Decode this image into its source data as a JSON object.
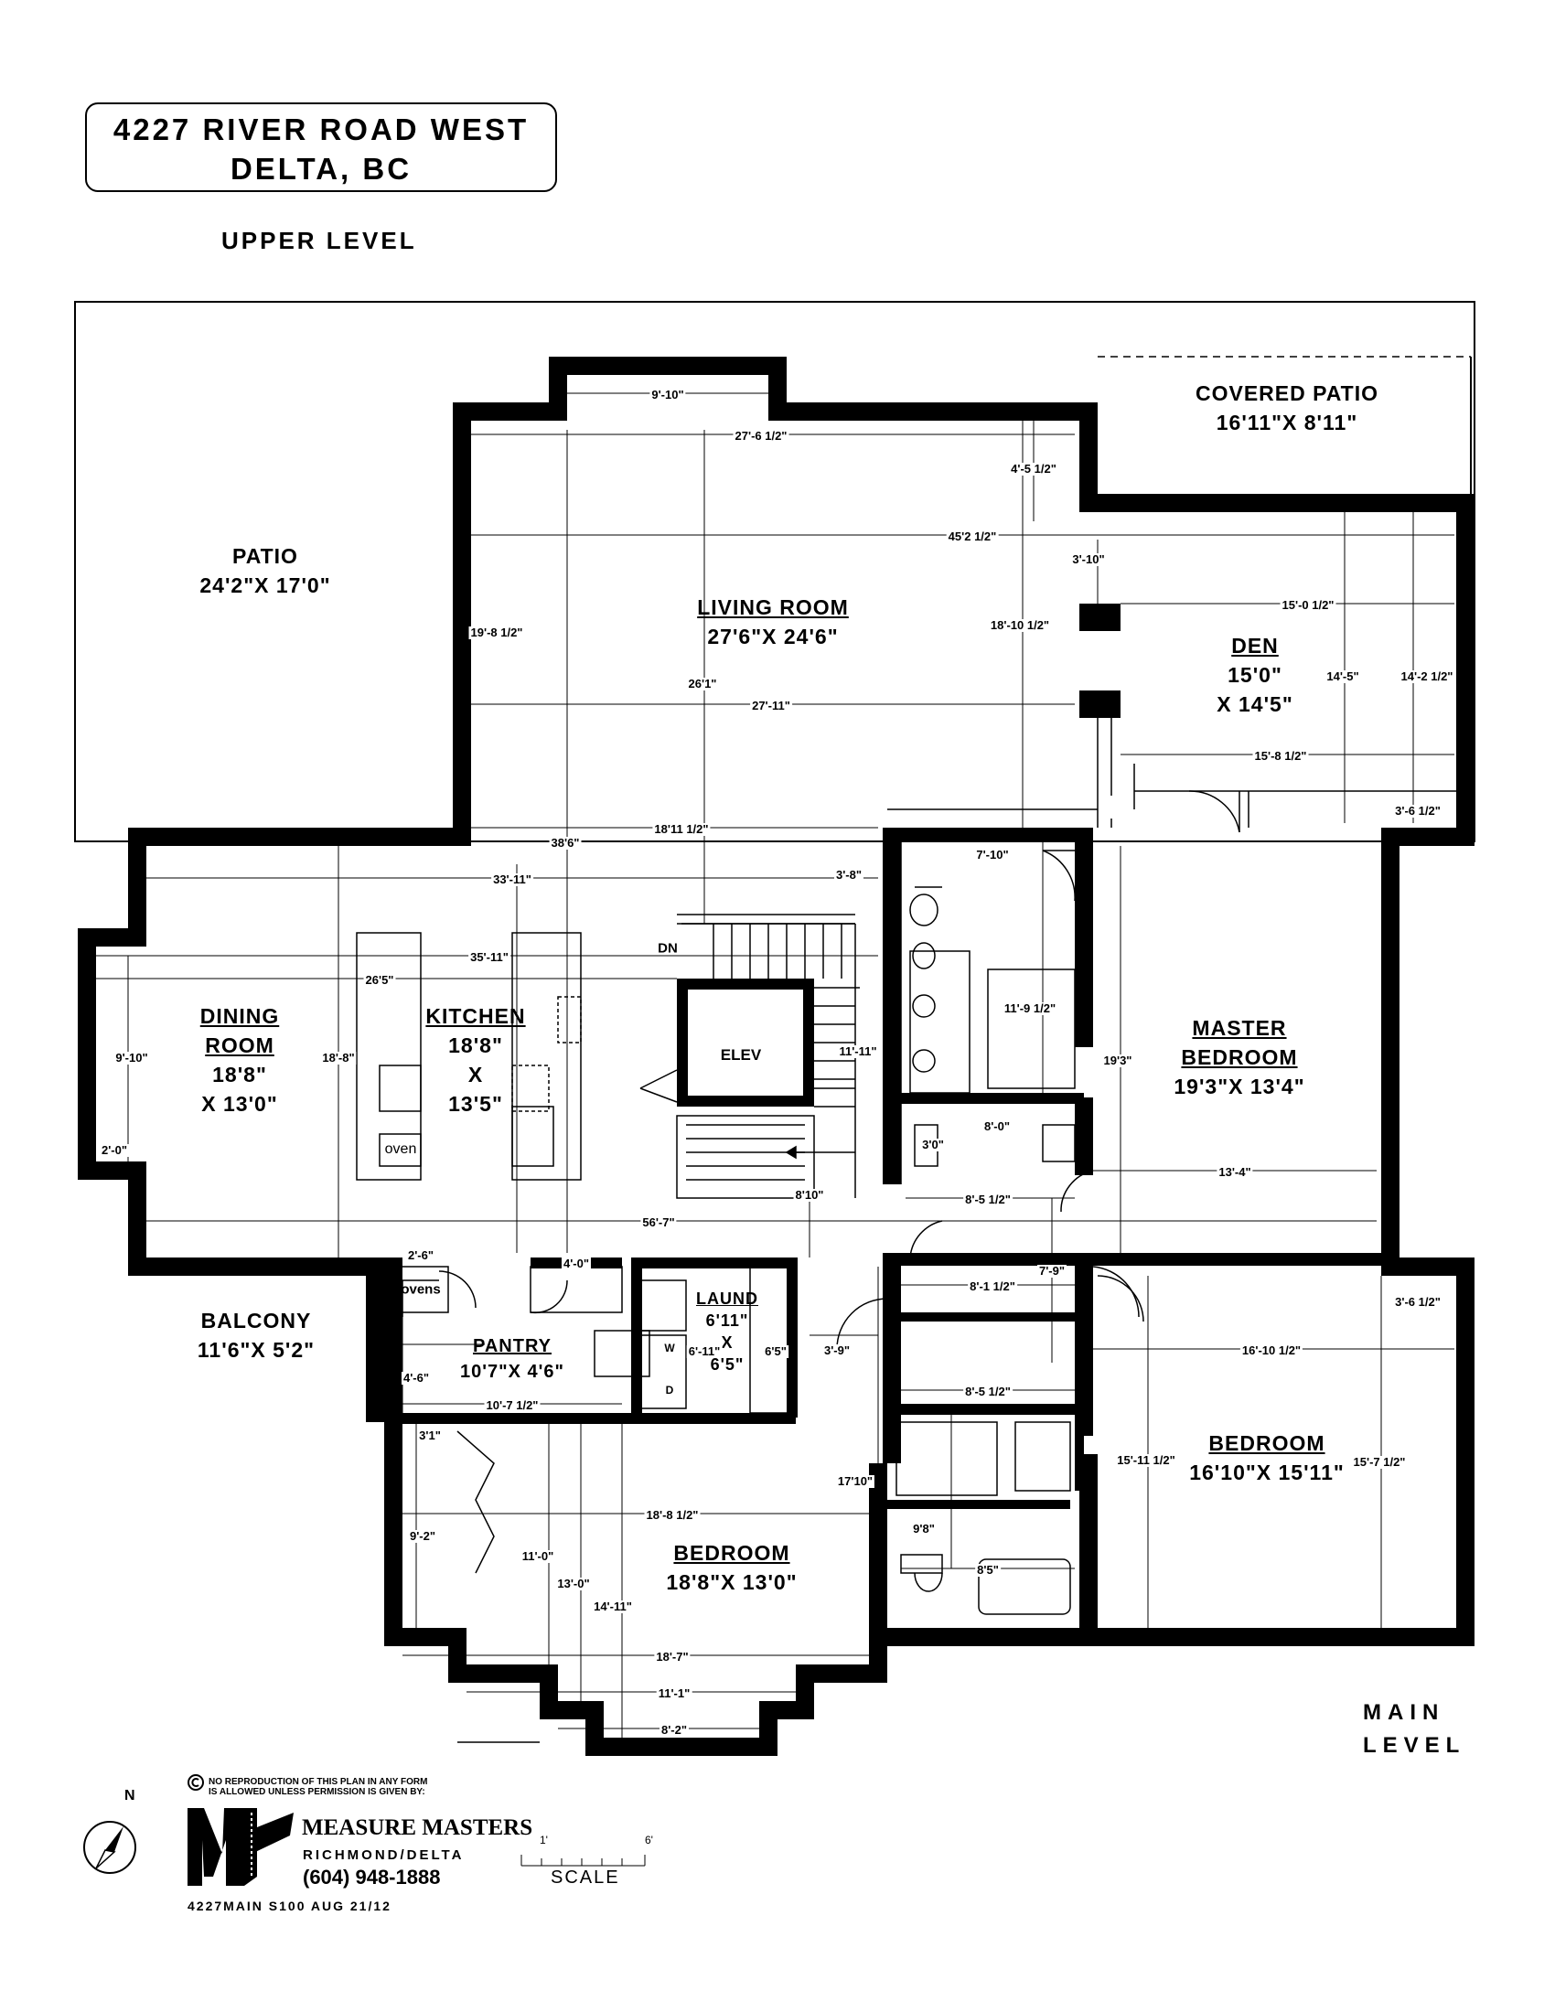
{
  "header": {
    "address_line1": "4227 RIVER ROAD WEST",
    "address_line2": "DELTA, BC",
    "upper_level": "UPPER LEVEL",
    "main_level_line1": "MAIN",
    "main_level_line2": "LEVEL"
  },
  "rooms": {
    "patio": {
      "name": "PATIO",
      "size": "24'2\"X 17'0\""
    },
    "covered_patio": {
      "name": "COVERED PATIO",
      "size": "16'11\"X 8'11\""
    },
    "living": {
      "name": "LIVING ROOM",
      "size": "27'6\"X 24'6\""
    },
    "den": {
      "name": "DEN",
      "size1": "15'0\"",
      "size2": "X 14'5\""
    },
    "dining": {
      "name1": "DINING",
      "name2": "ROOM",
      "size1": "18'8\"",
      "size2": "X 13'0\""
    },
    "kitchen": {
      "name": "KITCHEN",
      "size1": "18'8\"",
      "size2": "X",
      "size3": "13'5\""
    },
    "master": {
      "name1": "MASTER",
      "name2": "BEDROOM",
      "size": "19'3\"X 13'4\""
    },
    "balcony": {
      "name": "BALCONY",
      "size": "11'6\"X 5'2\""
    },
    "pantry": {
      "name": "PANTRY",
      "size": "10'7\"X 4'6\""
    },
    "laund": {
      "name": "LAUND",
      "size1": "6'11\"",
      "size2": "X",
      "size3": "6'5\""
    },
    "bedroom2": {
      "name": "BEDROOM",
      "size": "16'10\"X 15'11\""
    },
    "bedroom3": {
      "name": "BEDROOM",
      "size": "18'8\"X 13'0\""
    }
  },
  "labels": {
    "elev": "ELEV",
    "dn": "DN",
    "oven": "oven",
    "ovens": "ovens",
    "washer": "W",
    "dryer": "D"
  },
  "dimensions": {
    "d1": "9'-10\"",
    "d2": "27'-6 1/2\"",
    "d3": "4'-5 1/2\"",
    "d4": "45'2 1/2\"",
    "d5": "3'-10\"",
    "d6": "15'-0 1/2\"",
    "d7": "19'-8 1/2\"",
    "d8": "18'-10 1/2\"",
    "d9": "14'-5\"",
    "d10": "14'-2 1/2\"",
    "d11": "26'1\"",
    "d12": "27'-11\"",
    "d13": "15'-8 1/2\"",
    "d14": "3'-6 1/2\"",
    "d15": "38'6\"",
    "d16": "18'11 1/2\"",
    "d17": "33'-11\"",
    "d18": "3'-8\"",
    "d19": "7'-10\"",
    "d20": "35'-11\"",
    "d21": "26'5\"",
    "d22": "11'-9 1/2\"",
    "d23": "9'-10\"",
    "d24": "18'-8\"",
    "d25": "11'-11\"",
    "d26": "19'3\"",
    "d27": "2'-0\"",
    "d28": "3'0\"",
    "d29": "8'-0\"",
    "d30": "8'10\"",
    "d31": "13'-4\"",
    "d32": "56'-7\"",
    "d33": "8'-5 1/2\"",
    "d34": "2'-6\"",
    "d35": "4'-0\"",
    "d36": "7'-9\"",
    "d37": "8'-1 1/2\"",
    "d38": "3'-6 1/2\"",
    "d39": "6'-11\"",
    "d40": "6'5\"",
    "d41": "3'-9\"",
    "d42": "4'-6\"",
    "d43": "16'-10 1/2\"",
    "d44": "10'-7 1/2\"",
    "d45": "8'-5 1/2\"",
    "d46": "3'1\"",
    "d47": "15'-11 1/2\"",
    "d48": "15'-7 1/2\"",
    "d49": "17'10\"",
    "d50": "18'-8 1/2\"",
    "d51": "9'-2\"",
    "d52": "9'8\"",
    "d53": "11'-0\"",
    "d54": "13'-0\"",
    "d55": "14'-11\"",
    "d56": "8'5\"",
    "d57": "18'-7\"",
    "d58": "11'-1\"",
    "d59": "8'-2\""
  },
  "footer": {
    "north": "N",
    "copyright_line1": "NO REPRODUCTION OF THIS PLAN IN ANY FORM",
    "copyright_line2": "IS ALLOWED UNLESS PERMISSION IS GIVEN BY:",
    "brand": "MEASURE MASTERS",
    "brand_sub": "RICHMOND/DELTA",
    "phone": "(604) 948-1888",
    "ref": "4227MAIN   S100   AUG 21/12",
    "scale": "SCALE",
    "scale_start": "1'",
    "scale_end": "6'"
  }
}
